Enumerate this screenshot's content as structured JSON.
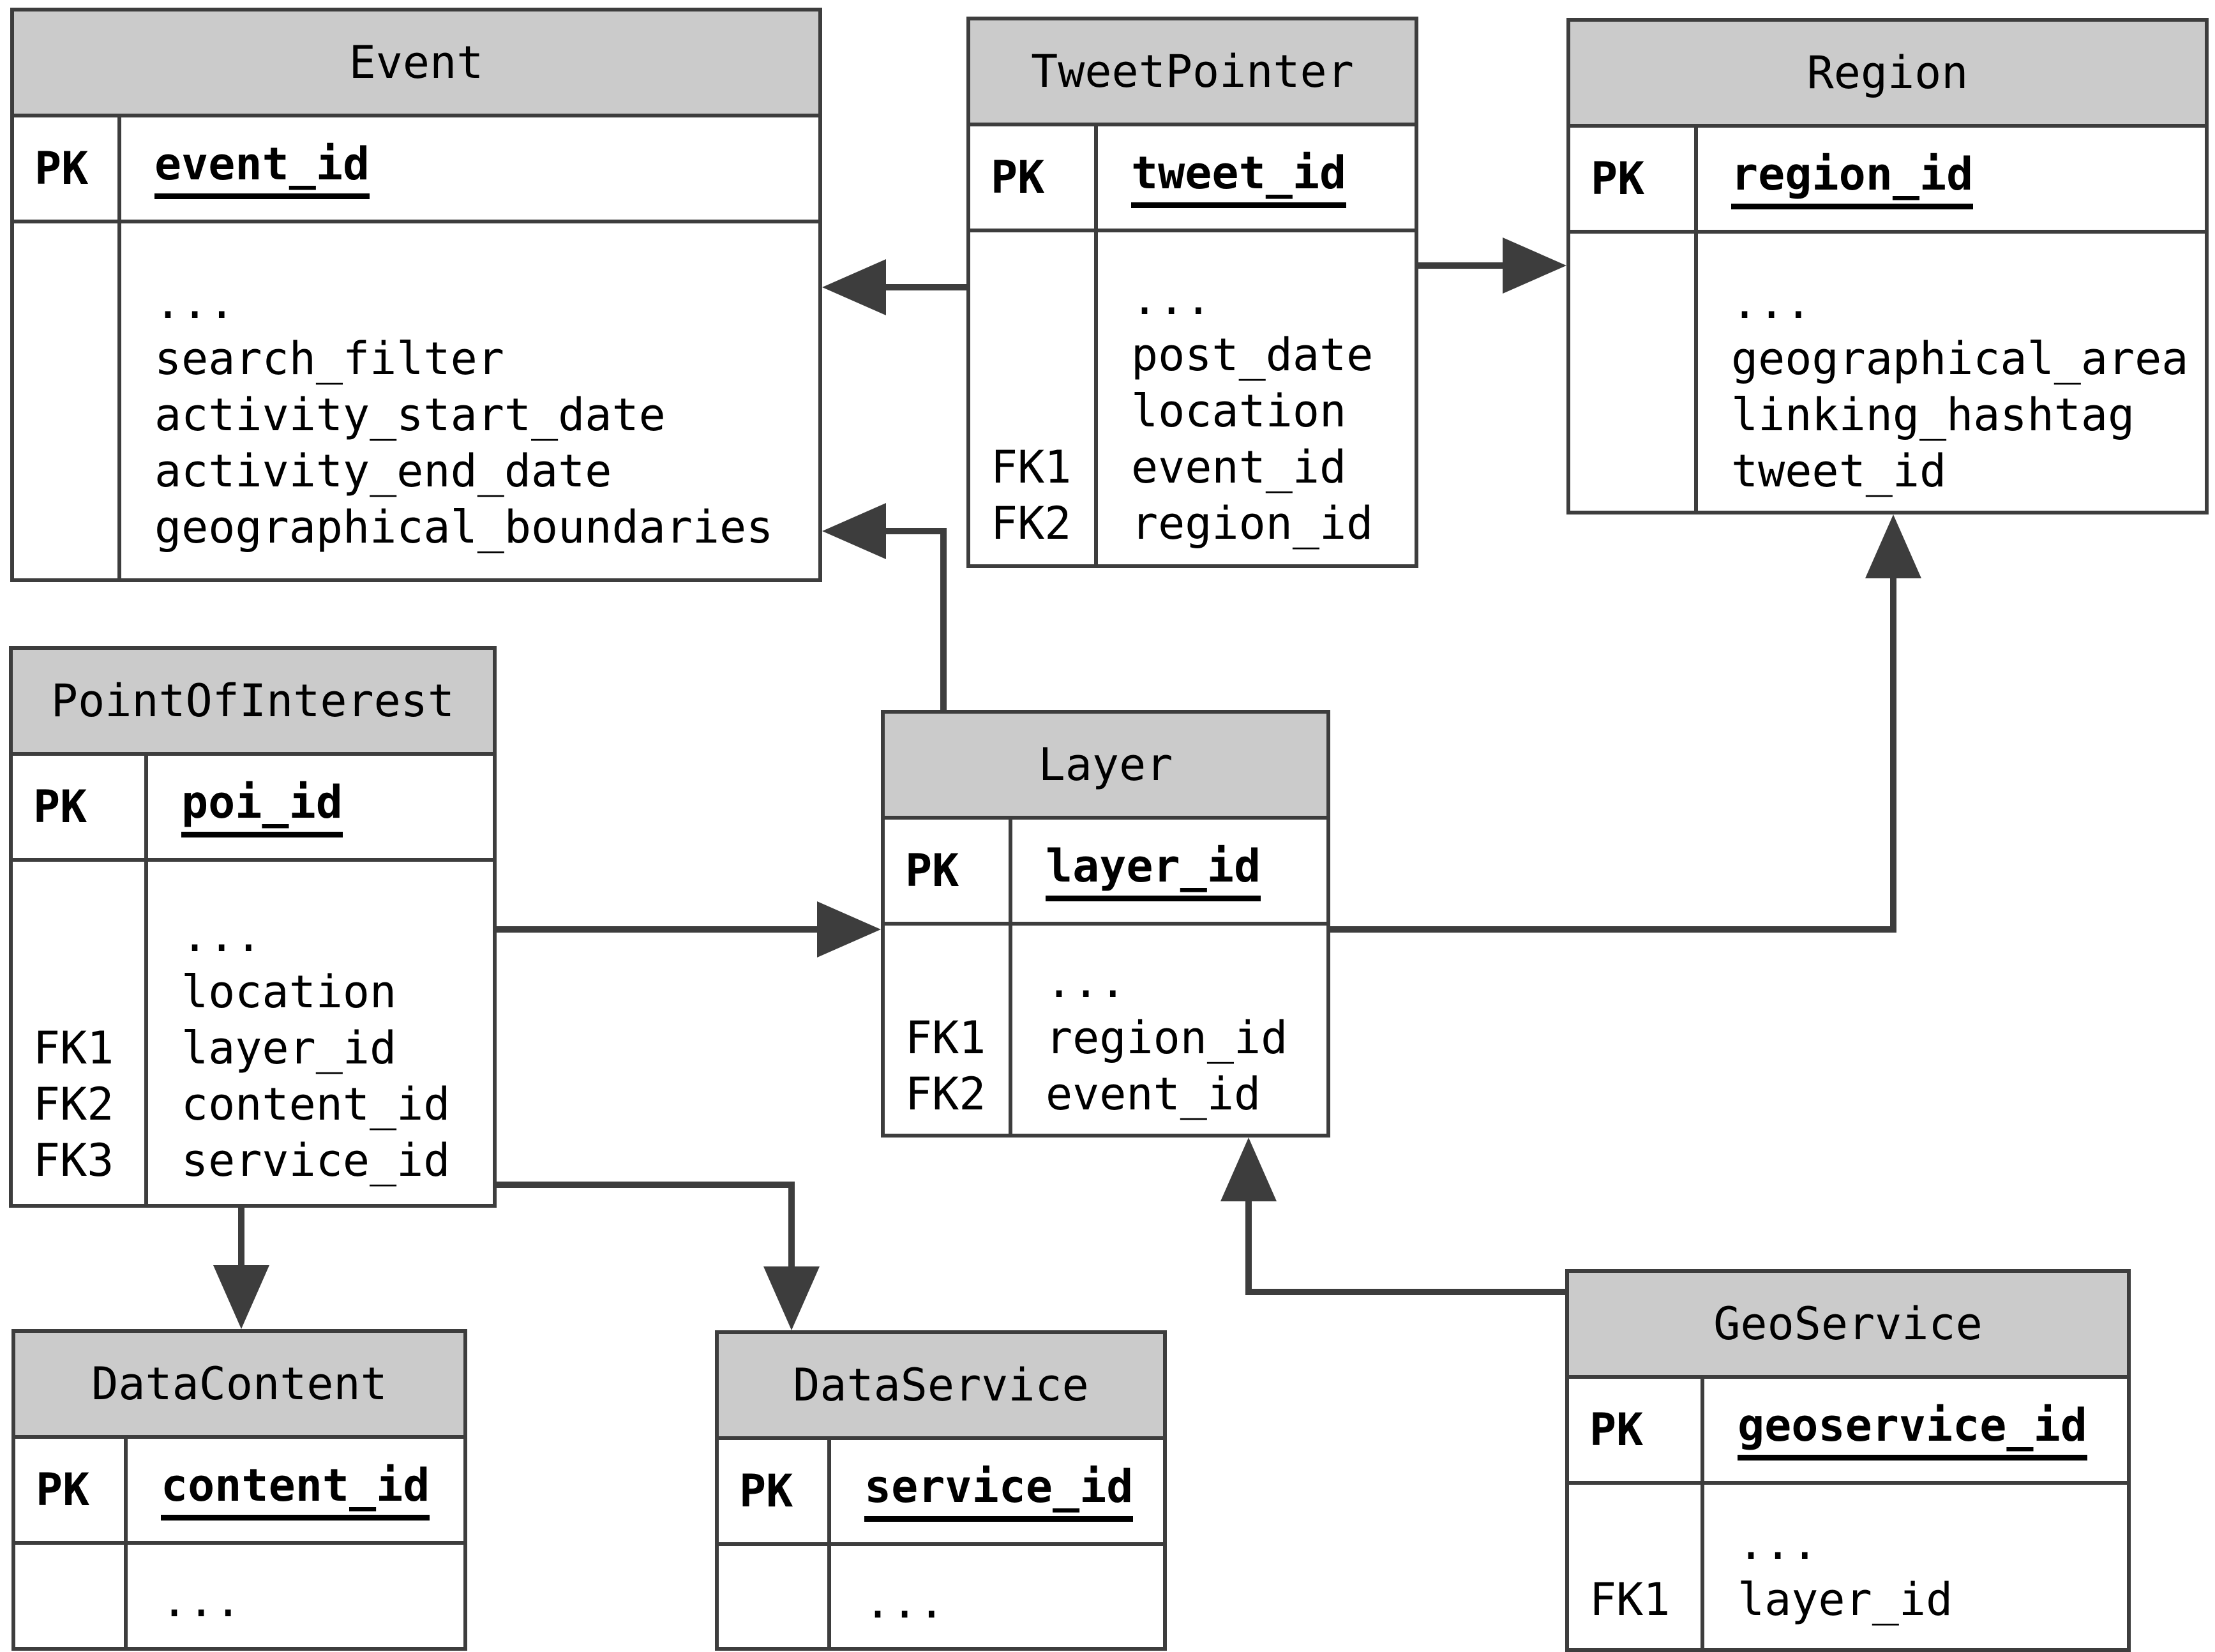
{
  "diagram": {
    "kind": "entity-relationship-diagram",
    "background": "#ffffff",
    "colors": {
      "header_fill": "#cbcbcb",
      "border": "#3d3d3d",
      "connector": "#3d3d3d",
      "text": "#000000"
    }
  },
  "tables": [
    {
      "id": "event",
      "title": "Event",
      "pk_label": "PK",
      "pk_field": "event_id",
      "rows": [
        {
          "label": "",
          "field": "..."
        },
        {
          "label": "",
          "field": "search_filter"
        },
        {
          "label": "",
          "field": "activity_start_date"
        },
        {
          "label": "",
          "field": "activity_end_date"
        },
        {
          "label": "",
          "field": "geographical_boundaries"
        }
      ]
    },
    {
      "id": "tweet_pointer",
      "title": "TweetPointer",
      "pk_label": "PK",
      "pk_field": "tweet_id",
      "rows": [
        {
          "label": "",
          "field": "..."
        },
        {
          "label": "",
          "field": "post_date"
        },
        {
          "label": "",
          "field": "location"
        },
        {
          "label": "FK1",
          "field": "event_id"
        },
        {
          "label": "FK2",
          "field": "region_id"
        }
      ]
    },
    {
      "id": "region",
      "title": "Region",
      "pk_label": "PK",
      "pk_field": "region_id",
      "rows": [
        {
          "label": "",
          "field": "..."
        },
        {
          "label": "",
          "field": "geographical_area"
        },
        {
          "label": "",
          "field": "linking_hashtag"
        },
        {
          "label": "",
          "field": "tweet_id"
        }
      ]
    },
    {
      "id": "point_of_interest",
      "title": "PointOfInterest",
      "pk_label": "PK",
      "pk_field": "poi_id",
      "rows": [
        {
          "label": "",
          "field": "..."
        },
        {
          "label": "",
          "field": "location"
        },
        {
          "label": "FK1",
          "field": "layer_id"
        },
        {
          "label": "FK2",
          "field": "content_id"
        },
        {
          "label": "FK3",
          "field": "service_id"
        }
      ]
    },
    {
      "id": "layer",
      "title": "Layer",
      "pk_label": "PK",
      "pk_field": "layer_id",
      "rows": [
        {
          "label": "",
          "field": "..."
        },
        {
          "label": "FK1",
          "field": "region_id"
        },
        {
          "label": "FK2",
          "field": "event_id"
        }
      ]
    },
    {
      "id": "data_content",
      "title": "DataContent",
      "pk_label": "PK",
      "pk_field": "content_id",
      "rows": [
        {
          "label": "",
          "field": "..."
        }
      ]
    },
    {
      "id": "data_service",
      "title": "DataService",
      "pk_label": "PK",
      "pk_field": "service_id",
      "rows": [
        {
          "label": "",
          "field": "..."
        }
      ]
    },
    {
      "id": "geo_service",
      "title": "GeoService",
      "pk_label": "PK",
      "pk_field": "geoservice_id",
      "rows": [
        {
          "label": "",
          "field": "..."
        },
        {
          "label": "FK1",
          "field": "layer_id"
        }
      ]
    }
  ],
  "relationships": [
    {
      "from": "tweet_pointer",
      "to": "event"
    },
    {
      "from": "tweet_pointer",
      "to": "region"
    },
    {
      "from": "layer",
      "to": "event"
    },
    {
      "from": "point_of_interest",
      "to": "layer"
    },
    {
      "from": "layer",
      "to": "region"
    },
    {
      "from": "point_of_interest",
      "to": "data_content"
    },
    {
      "from": "point_of_interest",
      "to": "data_service"
    },
    {
      "from": "geo_service",
      "to": "layer"
    }
  ]
}
